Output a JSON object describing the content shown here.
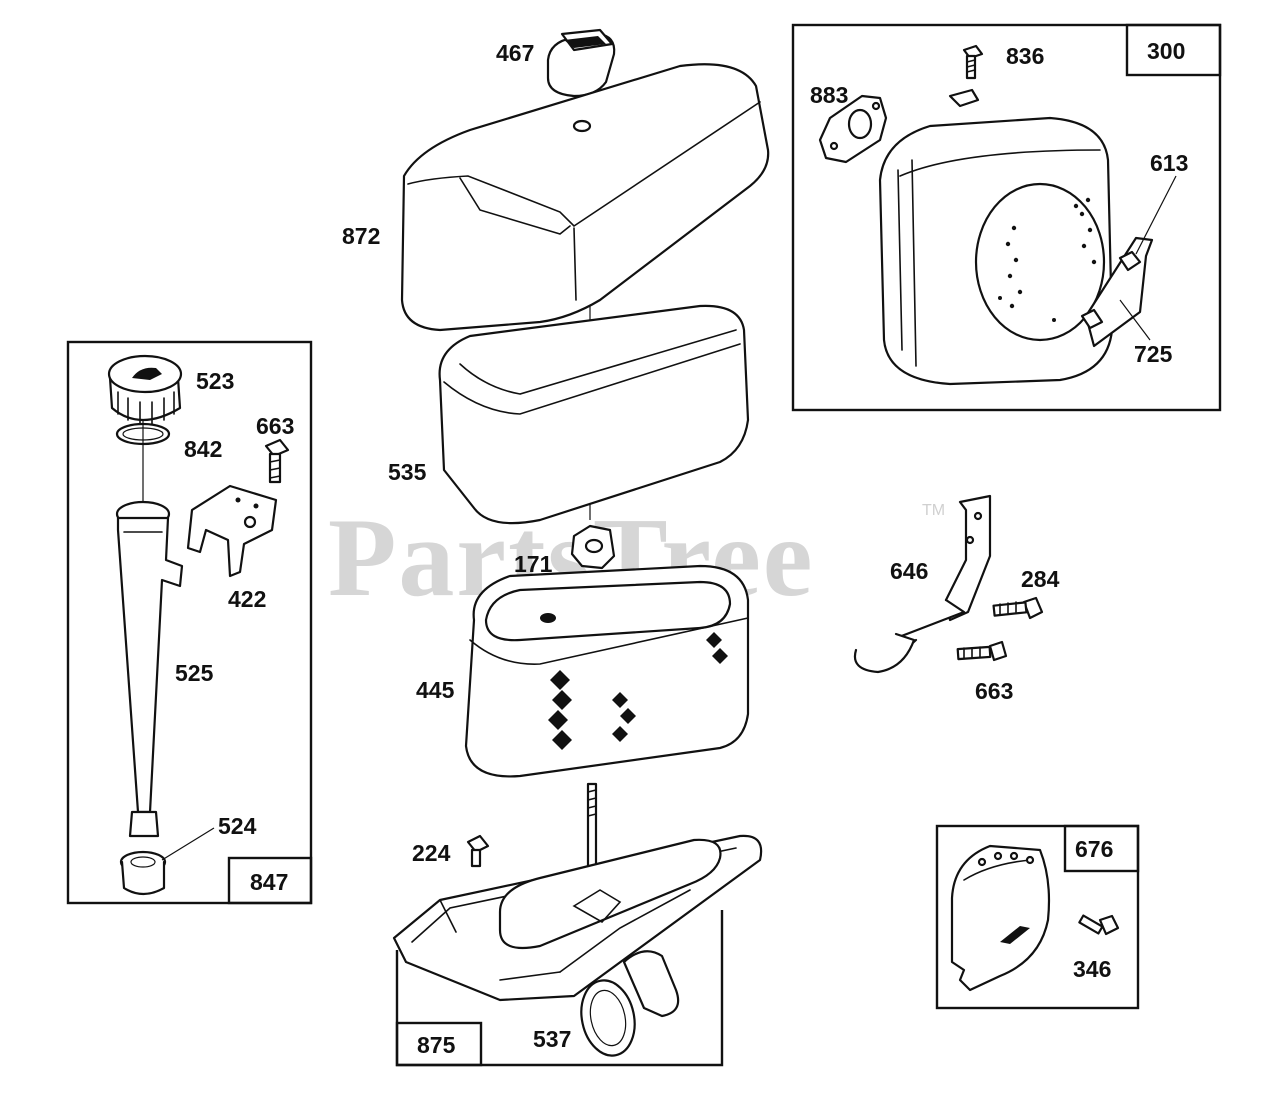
{
  "watermark": {
    "text": "PartsTree",
    "trademark": "TM"
  },
  "kits": [
    {
      "id": "kit-300",
      "number": "300"
    },
    {
      "id": "kit-847",
      "number": "847"
    },
    {
      "id": "kit-875",
      "number": "875"
    },
    {
      "id": "kit-676",
      "number": "676"
    }
  ],
  "callouts": [
    {
      "id": "467",
      "text": "467"
    },
    {
      "id": "872",
      "text": "872"
    },
    {
      "id": "535",
      "text": "535"
    },
    {
      "id": "171",
      "text": "171"
    },
    {
      "id": "445",
      "text": "445"
    },
    {
      "id": "224",
      "text": "224"
    },
    {
      "id": "537",
      "text": "537"
    },
    {
      "id": "523",
      "text": "523"
    },
    {
      "id": "842",
      "text": "842"
    },
    {
      "id": "663a",
      "text": "663"
    },
    {
      "id": "422",
      "text": "422"
    },
    {
      "id": "525",
      "text": "525"
    },
    {
      "id": "524",
      "text": "524"
    },
    {
      "id": "883",
      "text": "883"
    },
    {
      "id": "836",
      "text": "836"
    },
    {
      "id": "613",
      "text": "613"
    },
    {
      "id": "725",
      "text": "725"
    },
    {
      "id": "646",
      "text": "646"
    },
    {
      "id": "284",
      "text": "284"
    },
    {
      "id": "663b",
      "text": "663"
    },
    {
      "id": "346",
      "text": "346"
    }
  ]
}
